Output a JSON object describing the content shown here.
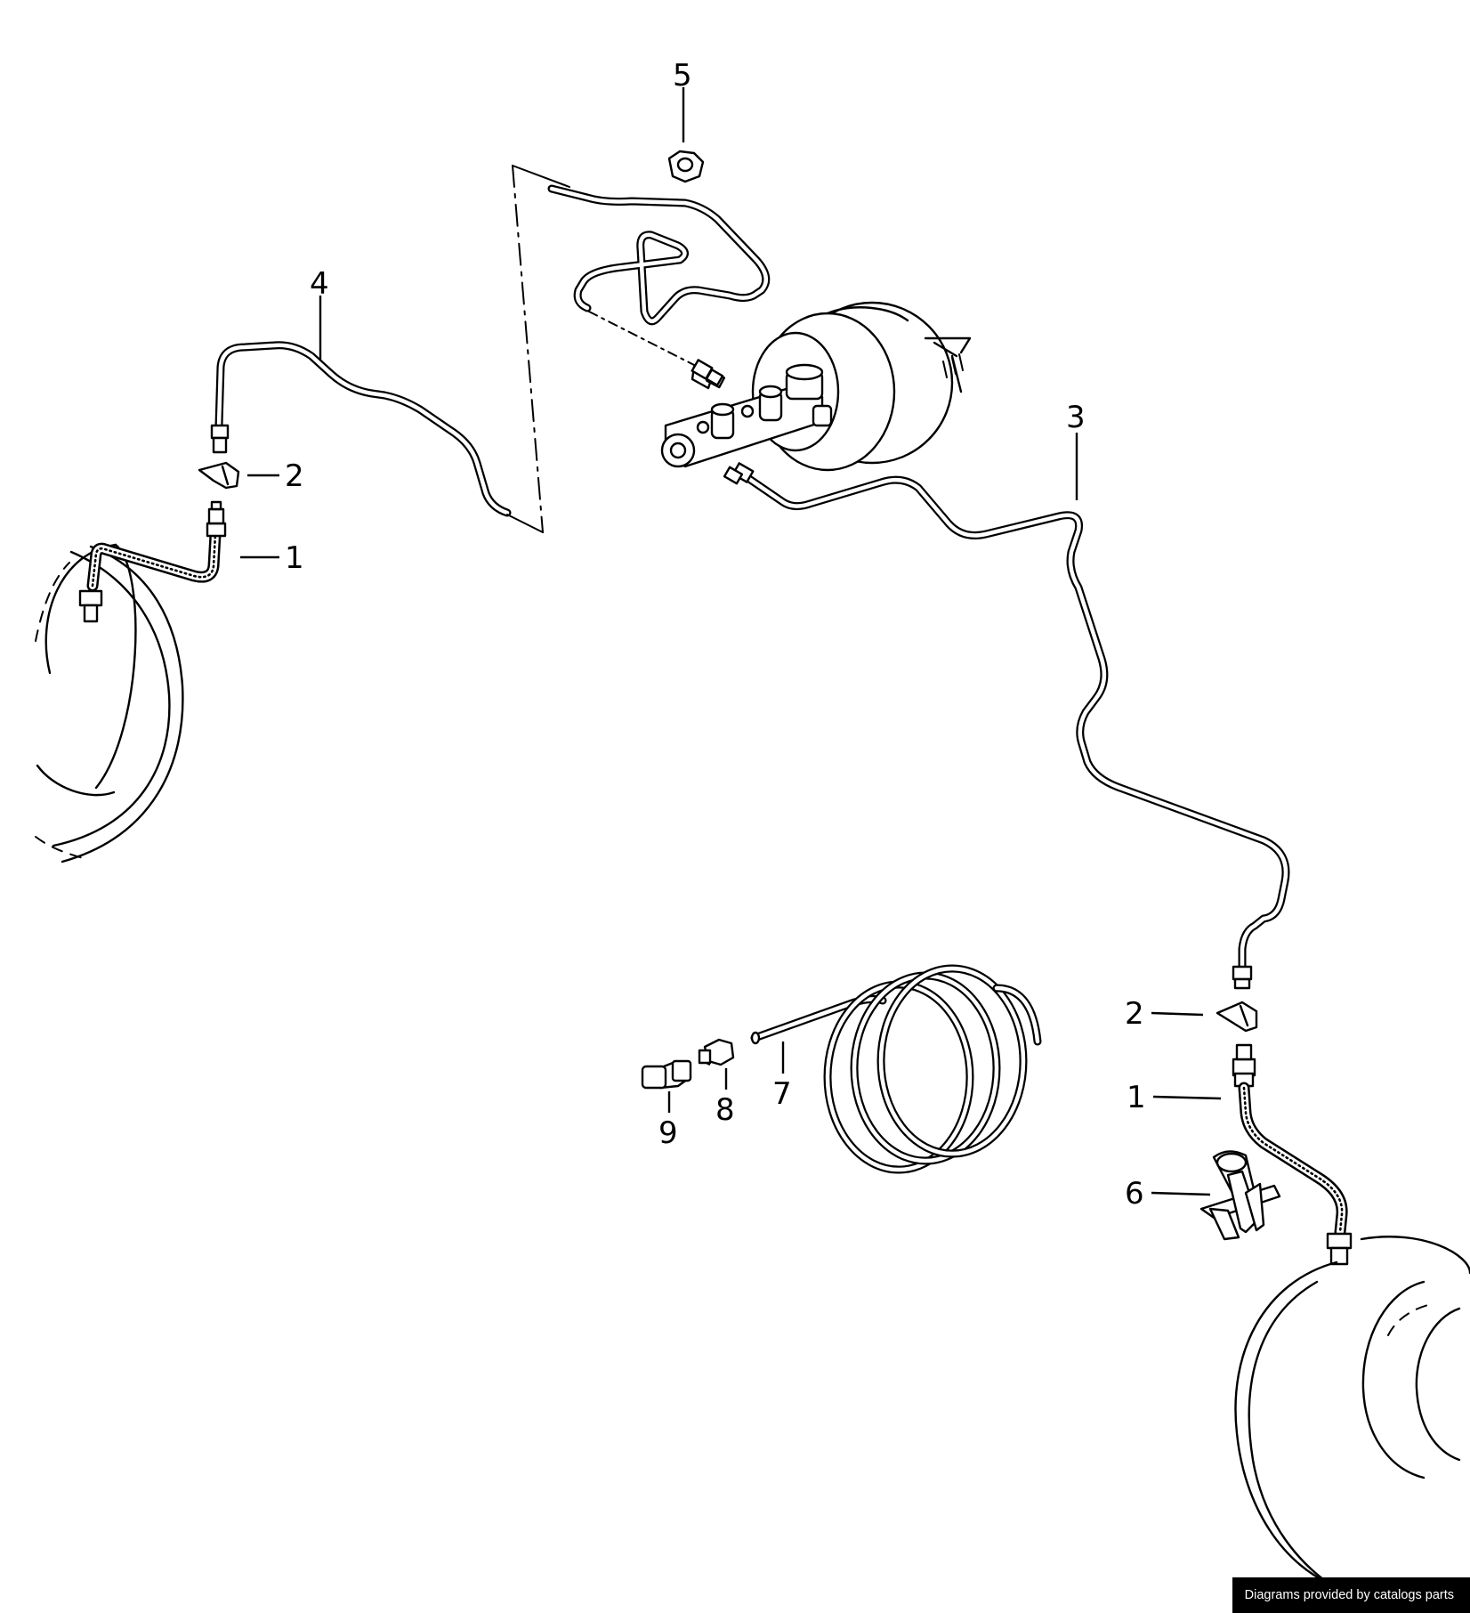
{
  "diagram": {
    "callouts": {
      "c1_left": "1",
      "c1_right": "1",
      "c2_left": "2",
      "c2_right": "2",
      "c3": "3",
      "c4": "4",
      "c5": "5",
      "c6": "6",
      "c7": "7",
      "c8": "8",
      "c9": "9"
    }
  },
  "footer": {
    "credit": "Diagrams provided by catalogs parts"
  }
}
